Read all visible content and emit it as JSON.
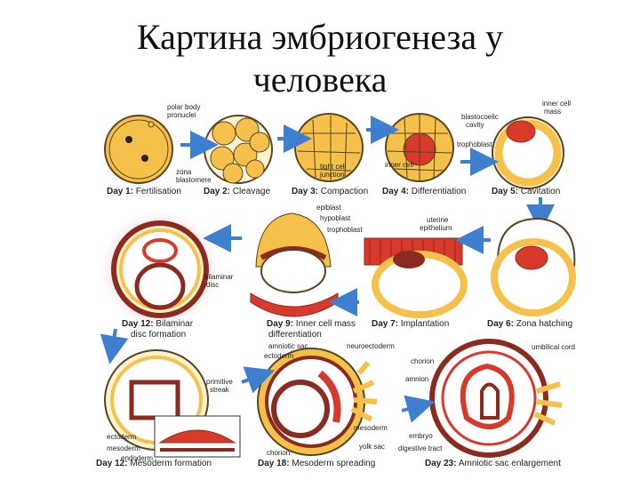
{
  "title_line1": "Картина эмбриогенеза у",
  "title_line2": "человека",
  "captions": {
    "day1": {
      "day": "Day 1:",
      "text": "Fertilisation"
    },
    "day2": {
      "day": "Day 2:",
      "text": "Cleavage"
    },
    "day3": {
      "day": "Day 3:",
      "text": "Compaction"
    },
    "day4": {
      "day": "Day 4:",
      "text": "Differentiation"
    },
    "day5": {
      "day": "Day 5:",
      "text": "Cavitation"
    },
    "day6": {
      "day": "Day 6:",
      "text": "Zona hatching"
    },
    "day7": {
      "day": "Day 7:",
      "text": "Implantation"
    },
    "day9": {
      "day": "Day 9:",
      "text": "Inner cell mass",
      "text2": "differentiation"
    },
    "day12a": {
      "day": "Day 12:",
      "text": "Bilaminar",
      "text2": "disc formation"
    },
    "day12b": {
      "day": "Day 12:",
      "text": "Mesoderm formation"
    },
    "day18": {
      "day": "Day 18:",
      "text": "Mesoderm spreading"
    },
    "day23": {
      "day": "Day 23:",
      "text": "Amniotic sac enlargement"
    }
  },
  "labels": {
    "polar_body": "polar body",
    "pronuclei": "pronuclei",
    "zona": "zona",
    "blastomere": "blastomere",
    "tight_cell": "tight cell",
    "junction": "junction",
    "inner_cell": "inner cell",
    "inner_cell_mass": "inner cell",
    "inner_cell_mass2": "mass",
    "blastocoelic": "blastocoelic",
    "cavity": "cavity",
    "trophoblast": "trophoblast",
    "epiblast": "epiblast",
    "hypoblast": "hypoblast",
    "trophoblast2": "trophoblast",
    "uterine": "uterine",
    "epithelium": "epithelium",
    "bilaminar": "bilaminar",
    "disc": "disc",
    "primitive": "primitive",
    "streak": "streak",
    "ectoderm": "ectoderm",
    "mesoderm": "mesoderm",
    "endoderm": "endoderm",
    "amniotic_sac": "amniotic sac",
    "ectoderm2": "ectoderm",
    "mesoderm2": "mesoderm",
    "chorion": "chorion",
    "neuroectoderm": "neuroectoderm",
    "yolk_sac": "yolk sac",
    "umbilical_cord": "umbilical cord",
    "chorion2": "chorion",
    "amnion": "amnion",
    "embryo": "embryo",
    "digestive_tract": "digestive tract"
  },
  "colors": {
    "cell_fill": "#f6c14a",
    "cell_stroke": "#5a4320",
    "red": "#d73a2a",
    "dark_red": "#8b2b20",
    "arrow": "#3f7fcf",
    "glow": "#f3a3a3"
  }
}
